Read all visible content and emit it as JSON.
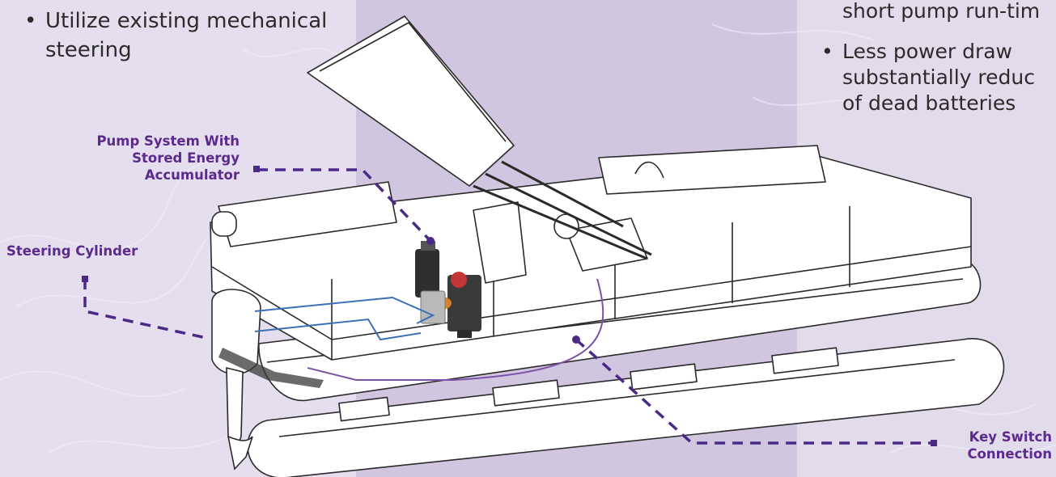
{
  "colors": {
    "background": "#ddd6e8",
    "panel_light": "#e6e0ee",
    "panel_mid": "#cfc4df",
    "callout_text": "#5b2a8c",
    "leader_line": "#4a2a86",
    "hydraulic_line_blue": "#3b6fb6",
    "hydraulic_line_purple": "#7b52a8"
  },
  "bullets_left": [
    {
      "text": "Utilize existing mechanical"
    },
    {
      "text": "steering"
    }
  ],
  "bullets_right": [
    {
      "text": "short pump run-tim"
    },
    {
      "text": "Less power draw"
    },
    {
      "text": "substantially reduc"
    },
    {
      "text": "of dead batteries"
    }
  ],
  "callouts": {
    "pump": {
      "line1": "Pump System With",
      "line2": "Stored Energy",
      "line3": "Accumulator"
    },
    "cylinder": {
      "line1": "Steering Cylinder"
    },
    "key_switch": {
      "line1": "Key Switch",
      "line2": "Connection"
    }
  },
  "icons": {
    "boat": "pontoon-boat-illustration",
    "pump": "hydraulic-pump-unit",
    "motor": "outboard-motor"
  }
}
